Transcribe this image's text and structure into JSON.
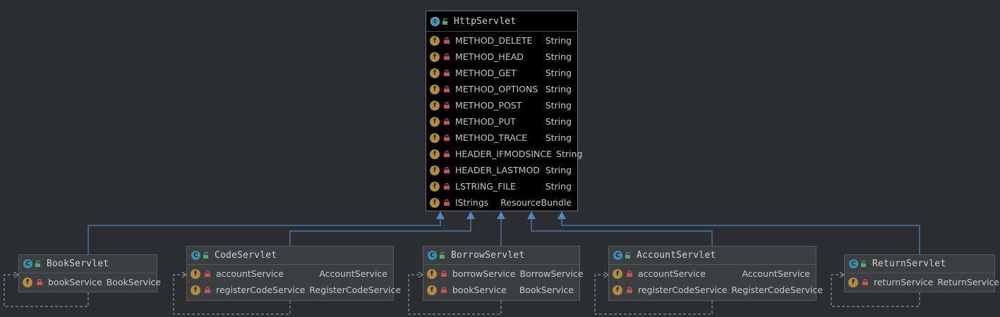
{
  "superclass": {
    "name": "HttpServlet",
    "kind": "abstract-class-icon",
    "fields": [
      {
        "name": "METHOD_DELETE",
        "type": "String"
      },
      {
        "name": "METHOD_HEAD",
        "type": "String"
      },
      {
        "name": "METHOD_GET",
        "type": "String"
      },
      {
        "name": "METHOD_OPTIONS",
        "type": "String"
      },
      {
        "name": "METHOD_POST",
        "type": "String"
      },
      {
        "name": "METHOD_PUT",
        "type": "String"
      },
      {
        "name": "METHOD_TRACE",
        "type": "String"
      },
      {
        "name": "HEADER_IFMODSINCE",
        "type": "String"
      },
      {
        "name": "HEADER_LASTMOD",
        "type": "String"
      },
      {
        "name": "LSTRING_FILE",
        "type": "String"
      },
      {
        "name": "lStrings",
        "type": "ResourceBundle"
      }
    ]
  },
  "subclasses": [
    {
      "name": "BookServlet",
      "fields": [
        {
          "name": "bookService",
          "type": "BookService"
        }
      ]
    },
    {
      "name": "CodeServlet",
      "fields": [
        {
          "name": "accountService",
          "type": "AccountService"
        },
        {
          "name": "registerCodeService",
          "type": "RegisterCodeService"
        }
      ]
    },
    {
      "name": "BorrowServlet",
      "fields": [
        {
          "name": "borrowService",
          "type": "BorrowService"
        },
        {
          "name": "bookService",
          "type": "BookService"
        }
      ]
    },
    {
      "name": "AccountServlet",
      "fields": [
        {
          "name": "accountService",
          "type": "AccountService"
        },
        {
          "name": "registerCodeService",
          "type": "RegisterCodeService"
        }
      ]
    },
    {
      "name": "ReturnServlet",
      "fields": [
        {
          "name": "returnService",
          "type": "ReturnService"
        }
      ]
    }
  ],
  "icons": {
    "class": "C",
    "field": "f",
    "abstract": "I"
  },
  "colors": {
    "background": "#2b2d30",
    "edge": "#4a88c7",
    "dependency": "#a8a8a8",
    "lock": "#c75450",
    "unlock": "#59a869"
  }
}
